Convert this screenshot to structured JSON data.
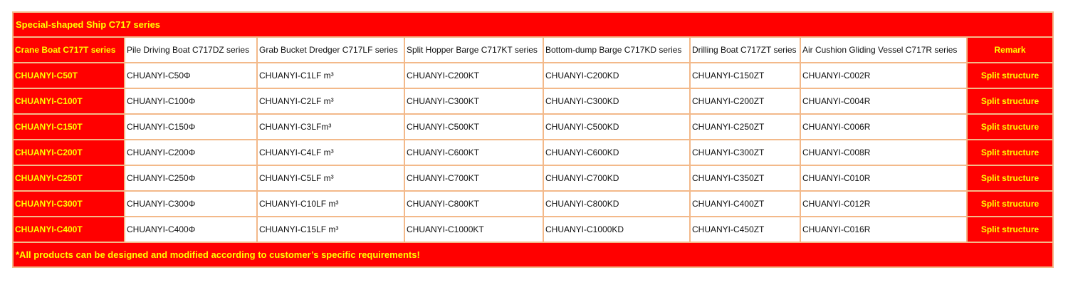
{
  "title": "Special-shaped Ship C717 series",
  "headers": [
    "Crane Boat C717T series",
    "Pile Driving Boat C717DZ series",
    "Grab Bucket Dredger C717LF series",
    "Split Hopper Barge C717KT series",
    "Bottom-dump Barge C717KD series",
    "Drilling Boat C717ZT series",
    "Air Cushion Gliding Vessel C717R series",
    "Remark"
  ],
  "rows": [
    [
      "CHUANYI-C50T",
      "CHUANYI-C50Φ",
      "CHUANYI-C1LF m³",
      "CHUANYI-C200KT",
      "CHUANYI-C200KD",
      "CHUANYI-C150ZT",
      "CHUANYI-C002R",
      "Split structure"
    ],
    [
      "CHUANYI-C100T",
      "CHUANYI-C100Φ",
      "CHUANYI-C2LF m³",
      "CHUANYI-C300KT",
      "CHUANYI-C300KD",
      "CHUANYI-C200ZT",
      "CHUANYI-C004R",
      "Split structure"
    ],
    [
      "CHUANYI-C150T",
      "CHUANYI-C150Φ",
      "CHUANYI-C3LFm³",
      "CHUANYI-C500KT",
      "CHUANYI-C500KD",
      "CHUANYI-C250ZT",
      "CHUANYI-C006R",
      "Split structure"
    ],
    [
      "CHUANYI-C200T",
      "CHUANYI-C200Φ",
      "CHUANYI-C4LF m³",
      "CHUANYI-C600KT",
      "CHUANYI-C600KD",
      "CHUANYI-C300ZT",
      "CHUANYI-C008R",
      "Split structure"
    ],
    [
      "CHUANYI-C250T",
      "CHUANYI-C250Φ",
      "CHUANYI-C5LF m³",
      "CHUANYI-C700KT",
      "CHUANYI-C700KD",
      "CHUANYI-C350ZT",
      "CHUANYI-C010R",
      "Split structure"
    ],
    [
      "CHUANYI-C300T",
      "CHUANYI-C300Φ",
      "CHUANYI-C10LF m³",
      "CHUANYI-C800KT",
      "CHUANYI-C800KD",
      "CHUANYI-C400ZT",
      "CHUANYI-C012R",
      "Split structure"
    ],
    [
      "CHUANYI-C400T",
      "CHUANYI-C400Φ",
      "CHUANYI-C15LF m³",
      "CHUANYI-C1000KT",
      "CHUANYI-C1000KD",
      "CHUANYI-C450ZT",
      "CHUANYI-C016R",
      "Split structure"
    ]
  ],
  "footer": "*All products can be designed and modified according to customer’s specific requirements!",
  "colors": {
    "accent_bg": "#ff0000",
    "accent_text": "#ffff00",
    "grid_border": "#f3b98a"
  }
}
